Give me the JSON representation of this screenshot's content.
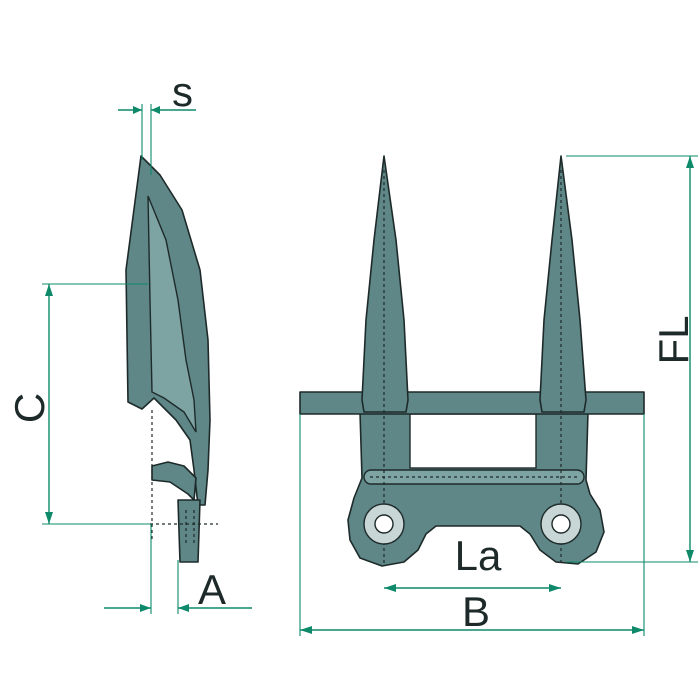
{
  "labels": {
    "s": "s",
    "c": "C",
    "a": "A",
    "fl": "FL",
    "la": "La",
    "b": "B"
  },
  "colors": {
    "part": "#5f8787",
    "dimension": "#0e8a6a",
    "outline": "#1e2a2a"
  }
}
